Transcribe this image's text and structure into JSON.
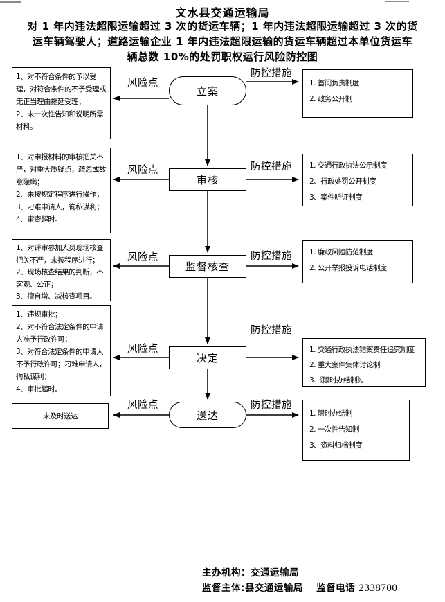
{
  "page": {
    "title": "文水县交通运输局",
    "subtitle_lines": [
      "对 1 年内违法超限运输超过 3 次的货运车辆；1 年内违法超限运输超过 3 次的货",
      "运车辆驾驶人；道路运输企业 1 年内违法超限运输的货运车辆超过本单位货运车",
      "辆总数 10%的处罚职权运行风险防控图"
    ]
  },
  "labels": {
    "risk": "风险点",
    "control": "防控措施"
  },
  "flow": {
    "rows": [
      {
        "node": "立案",
        "shape": "stadium",
        "risks": [
          "1、对不符合条件的予以受理，对符合条件的不予受理或无正当理由拖延受理；",
          "2、未一次性告知和说明所需材料。"
        ],
        "controls": [
          "1. 首问负责制度",
          "2. 政务公开制"
        ]
      },
      {
        "node": "审核",
        "shape": "rect",
        "risks": [
          "1、对申报材料的审核把关不严，对重大质疑点，疏忽或故意隐瞒；",
          "2、未按规定程序进行操作；",
          "3、刁难申请人，徇私谋利；",
          "4、审查超时。"
        ],
        "controls": [
          "1. 交通行政执法公示制度",
          "2、行政处罚公开制度",
          "3、案件听证制度"
        ]
      },
      {
        "node": "监督核查",
        "shape": "rect",
        "risks": [
          "1、对评审参加人员现场核查把关不严，未按程序进行；",
          "2、现场核查结果的判断，不客观、公正；",
          "3、擅自增、减核查项目。"
        ],
        "controls": [
          "1. 廉政风险防范制度",
          "2. 公开举报投诉电话制度"
        ]
      },
      {
        "node": "决定",
        "shape": "rect",
        "risks": [
          "1、违规审批；",
          "2、对不符合法定条件的申请人准予行政许可；",
          "3、对符合法定条件的申请人不予行政许可；刁难申请人，徇私谋利；",
          "4、审批超时。"
        ],
        "controls": [
          "1. 交通行政执法错案责任追究制度",
          "2. 重大案件集体讨论制",
          "3.《限时办结制》。"
        ]
      },
      {
        "node": "送达",
        "shape": "stadium",
        "risks": [
          "未及时送达"
        ],
        "controls": [
          "1. 限时办结制",
          "2. 一次性告知制",
          "3、资料归档制度"
        ]
      }
    ]
  },
  "footer": {
    "organizer": "主办机构：交通运输局",
    "supervisor": "监督主体:县交通运输局　 监督电话",
    "phone": "2338700"
  }
}
